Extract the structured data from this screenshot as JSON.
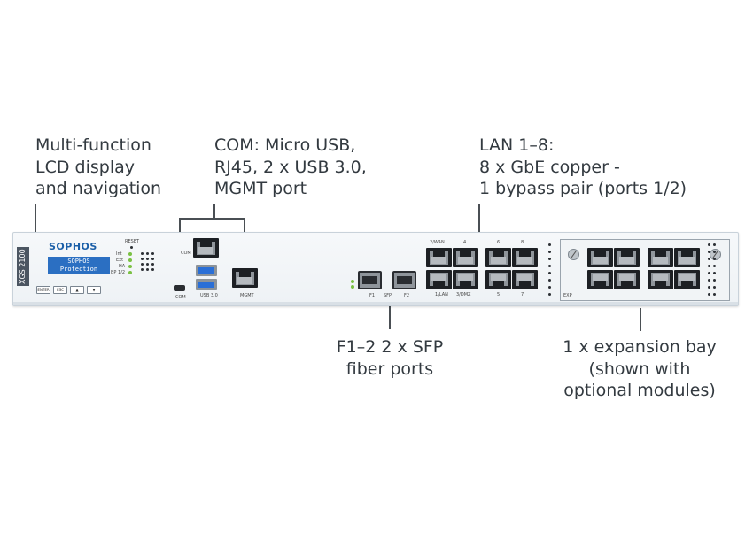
{
  "callouts": {
    "lcd": [
      "Multi-function",
      "LCD display",
      "and navigation"
    ],
    "com": [
      "COM: Micro USB,",
      "RJ45, 2 x USB 3.0,",
      "MGMT port"
    ],
    "lan": [
      "LAN 1–8:",
      "8 x GbE copper -",
      "1 bypass pair (ports 1/2)"
    ],
    "sfp": [
      "F1–2  2 x SFP",
      "fiber ports"
    ],
    "bay": [
      "1 x expansion bay",
      "(shown with",
      "optional modules)"
    ]
  },
  "device": {
    "model": "XGS 2100",
    "brand": "SOPHOS",
    "lcd_lines": [
      "SOPHOS",
      "Protection"
    ],
    "reset_label": "RESET",
    "led_labels": [
      "Int",
      "Ext",
      "HA",
      "BP 1/2"
    ],
    "nav_buttons": [
      "ENTER",
      "ESC",
      "▲",
      "▼"
    ],
    "port_labels": {
      "com": "COM",
      "usb": "USB 3.0",
      "mgmt": "MGMT",
      "micro_usb": "COM",
      "sfp_f1": "F1",
      "sfp_mid": "SFP",
      "sfp_f2": "F2",
      "lan_top": [
        "2/WAN",
        "4",
        "6",
        "8"
      ],
      "lan_bottom": [
        "1/LAN",
        "3/DMZ",
        "5",
        "7"
      ],
      "bay_label": "EXP"
    }
  }
}
